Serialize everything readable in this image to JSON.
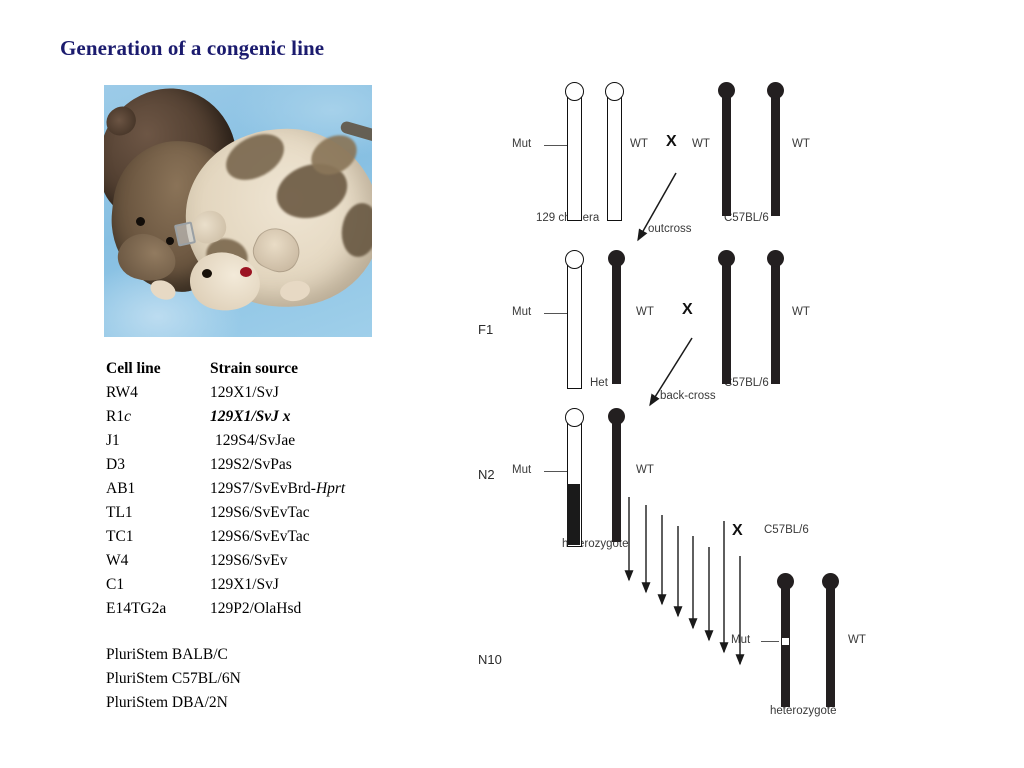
{
  "slide": {
    "title": "Generation of a congenic line",
    "title_color": "#1b1b6e"
  },
  "photo": {
    "alt": "three mice on light blue cloth: dark brown mouse, agouti brown mouse, and cream chimeric mouse with brown patches",
    "cloth_color": "#8fc4e6"
  },
  "table": {
    "headers": {
      "cell_line": "Cell line",
      "strain_source": "Strain source"
    },
    "rows": [
      {
        "cell_line": "RW4",
        "strain_source": "129X1/SvJ"
      },
      {
        "cell_line": "R1c",
        "strain_source": "129X1/SvJ x"
      },
      {
        "cell_line": "J1",
        "strain_source": "129S4/SvJae"
      },
      {
        "cell_line": "D3",
        "strain_source": "129S2/SvPas"
      },
      {
        "cell_line": "AB1",
        "strain_source": "129S7/SvEvBrd-Hprt"
      },
      {
        "cell_line": "TL1",
        "strain_source": "129S6/SvEvTac"
      },
      {
        "cell_line": "TC1",
        "strain_source": "129S6/SvEvTac"
      },
      {
        "cell_line": "W4",
        "strain_source": "129S6/SvEv"
      },
      {
        "cell_line": "C1",
        "strain_source": "129X1/SvJ"
      },
      {
        "cell_line": "E14TG2a",
        "strain_source": "129P2/OlaHsd"
      }
    ],
    "pluristem_lines": [
      "PluriStem BALB/C",
      "PluriStem C57BL/6N",
      "PluriStem DBA/2N"
    ]
  },
  "diagram": {
    "row_labels": {
      "f1": "F1",
      "n2": "N2",
      "n10": "N10"
    },
    "cross_symbol": "X",
    "cross_arrows": {
      "outcross": "outcross",
      "backcross": "back-cross"
    },
    "generations": [
      {
        "id": "chimera-row",
        "left_group_label": "129 chimera",
        "right_group_label": "C57BL/6",
        "alleles": [
          {
            "label": "Mut",
            "type": "white",
            "label_side": "left"
          },
          {
            "label": "WT",
            "type": "white",
            "label_side": "right"
          },
          {
            "label": "WT",
            "type": "black",
            "label_side": "left"
          },
          {
            "label": "WT",
            "type": "black",
            "label_side": "right"
          }
        ]
      },
      {
        "id": "f1-row",
        "left_group_label": "Het",
        "right_group_label": "C57BL/6",
        "alleles": [
          {
            "label": "Mut",
            "type": "white",
            "label_side": "left"
          },
          {
            "label": "WT",
            "type": "black",
            "label_side": "right"
          },
          {
            "label": "",
            "type": "black",
            "label_side": "none"
          },
          {
            "label": "WT",
            "type": "black",
            "label_side": "right"
          }
        ]
      },
      {
        "id": "n2-row",
        "left_group_label": "heterozygote",
        "right_group_label": "C57BL/6",
        "alleles": [
          {
            "label": "Mut",
            "type": "white-black-bottom",
            "label_side": "left"
          },
          {
            "label": "WT",
            "type": "black",
            "label_side": "right"
          }
        ]
      },
      {
        "id": "n10-row",
        "left_group_label": "heterozygote",
        "right_group_label": "",
        "alleles": [
          {
            "label": "Mut",
            "type": "black-with-notch",
            "label_side": "left"
          },
          {
            "label": "WT",
            "type": "black",
            "label_side": "right"
          }
        ]
      }
    ],
    "repeat_arrow_count": 8
  }
}
